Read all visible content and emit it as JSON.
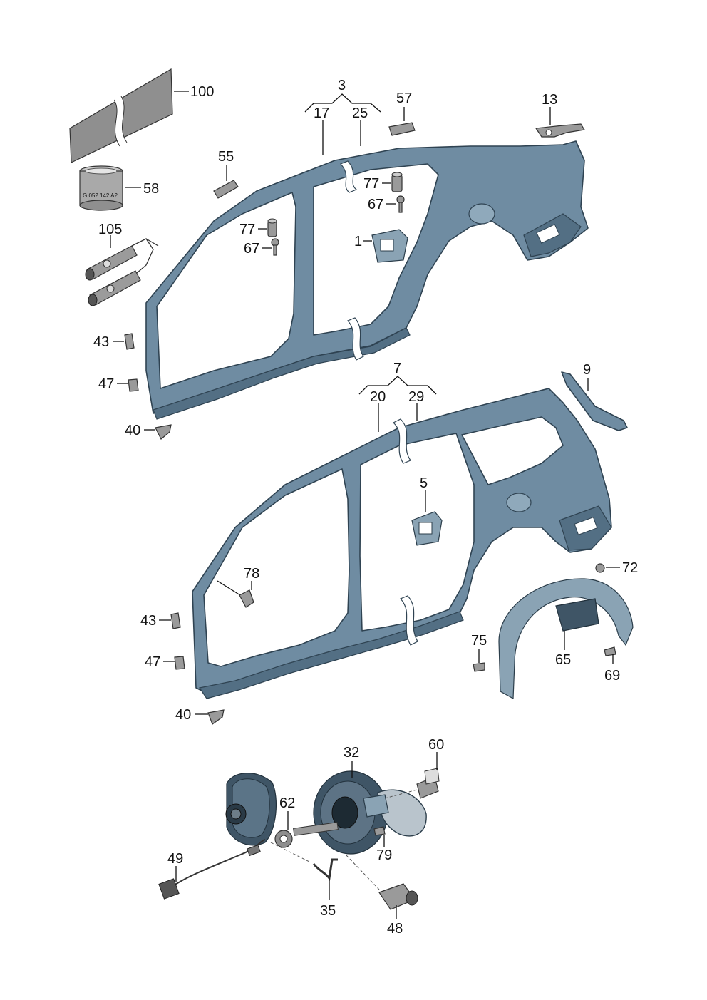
{
  "labels": {
    "l100": "100",
    "l58": "58",
    "l105": "105",
    "l43a": "43",
    "l47a": "47",
    "l40a": "40",
    "l3": "3",
    "l17": "17",
    "l25": "25",
    "l55": "55",
    "l57": "57",
    "l13": "13",
    "l77a": "77",
    "l67a": "67",
    "l77b": "77",
    "l67b": "67",
    "l1": "1",
    "l7": "7",
    "l20": "20",
    "l29": "29",
    "l9": "9",
    "l5": "5",
    "l78": "78",
    "l43b": "43",
    "l47b": "47",
    "l40b": "40",
    "l72": "72",
    "l75": "75",
    "l65": "65",
    "l69": "69",
    "l32": "32",
    "l60": "60",
    "l62": "62",
    "l79": "79",
    "l49": "49",
    "l35": "35",
    "l48": "48"
  },
  "can_text": "G 052 142 A2",
  "colors": {
    "panel": "#6f8ca2",
    "outline": "#2f4352",
    "label": "#111111"
  }
}
